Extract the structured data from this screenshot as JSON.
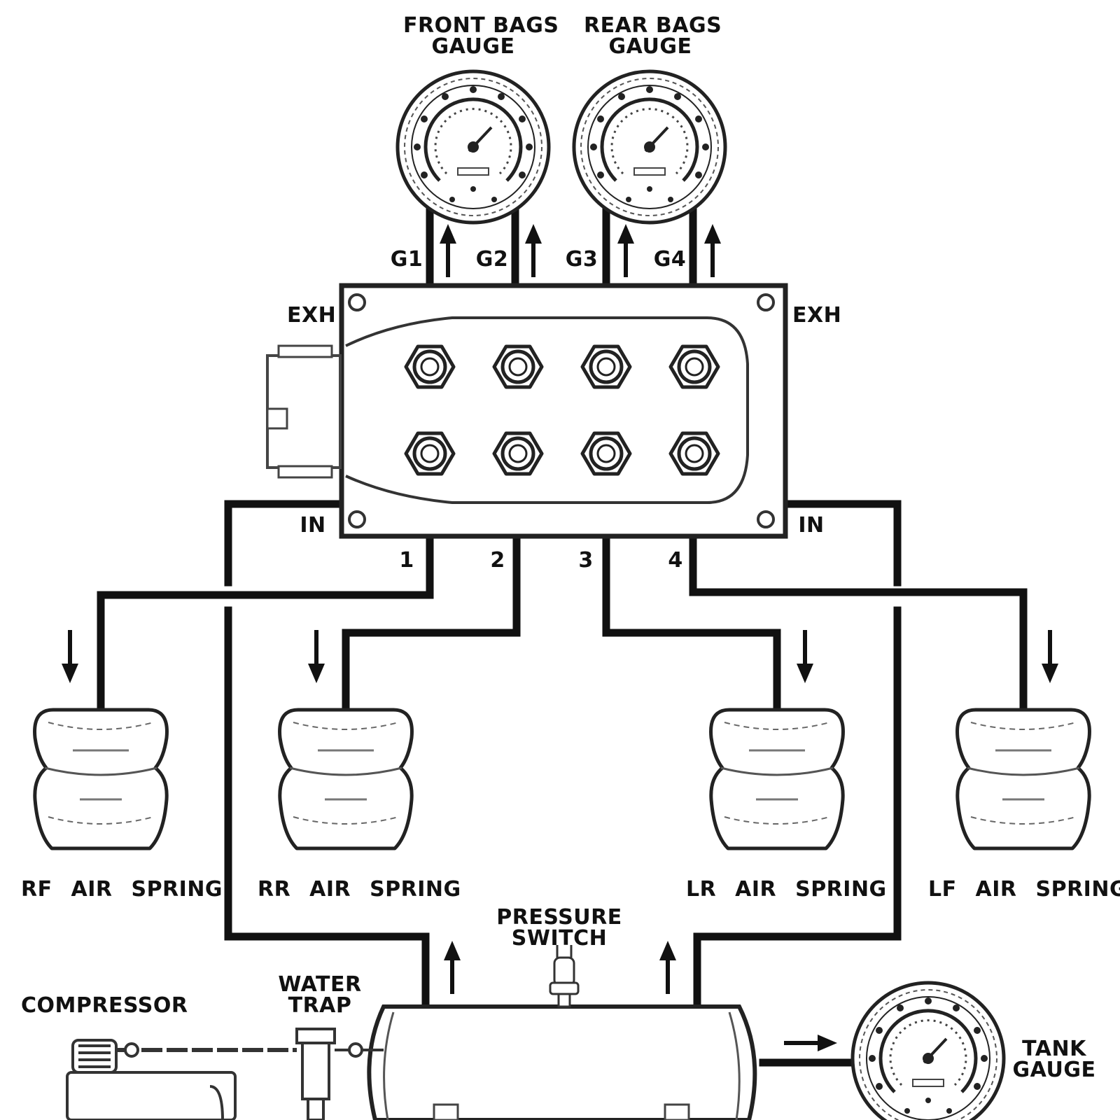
{
  "gauges": {
    "front": {
      "line1": "FRONT BAGS",
      "line2": "GAUGE"
    },
    "rear": {
      "line1": "REAR BAGS",
      "line2": "GAUGE"
    },
    "tank": {
      "line1": "TANK",
      "line2": "GAUGE"
    }
  },
  "gauge_ports": [
    "G1",
    "G2",
    "G3",
    "G4"
  ],
  "manifold": {
    "exhaust_left": "EXH",
    "exhaust_right": "EXH",
    "inlet_left": "IN",
    "inlet_right": "IN"
  },
  "outlet_ports": [
    "1",
    "2",
    "3",
    "4"
  ],
  "air_springs": [
    "RF AIR SPRING",
    "RR AIR SPRING",
    "LR AIR SPRING",
    "LF AIR SPRING"
  ],
  "pressure_switch": {
    "line1": "PRESSURE",
    "line2": "SWITCH"
  },
  "compressor": "COMPRESSOR",
  "water_trap": {
    "line1": "WATER",
    "line2": "TRAP"
  },
  "colors": {
    "line": "#111111",
    "outline": "#333333"
  }
}
